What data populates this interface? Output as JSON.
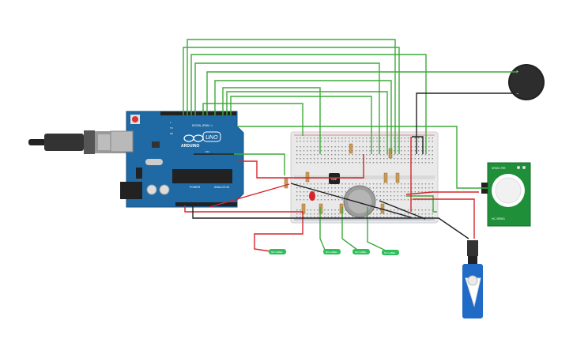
{
  "arduino": {
    "brand": "ARDUINO",
    "model": "UNO",
    "digital_label": "DIGITAL (PWM ~)",
    "power_label": "POWER",
    "analog_label": "ANALOG IN",
    "tx_label": "TX",
    "rx_label": "RX",
    "l_label": "L",
    "on_label": "ON"
  },
  "pir_sensor": {
    "label_top": "SR501 PIR",
    "label_bottom": "HC-SR501"
  },
  "buzzer": {
    "plus": "+",
    "minus": "−"
  },
  "ic": {
    "label": "TMP"
  },
  "net_labels": [
    "NO LABEL",
    "NO LABEL",
    "NO LABEL",
    "NO LABEL"
  ],
  "colors": {
    "wire_green": "#3daa3a",
    "wire_red": "#d6252a",
    "wire_black": "#222222",
    "arduino_blue": "#1f6aa5",
    "servo_blue": "#1f6bc6",
    "pir_green": "#1f8f3a"
  }
}
